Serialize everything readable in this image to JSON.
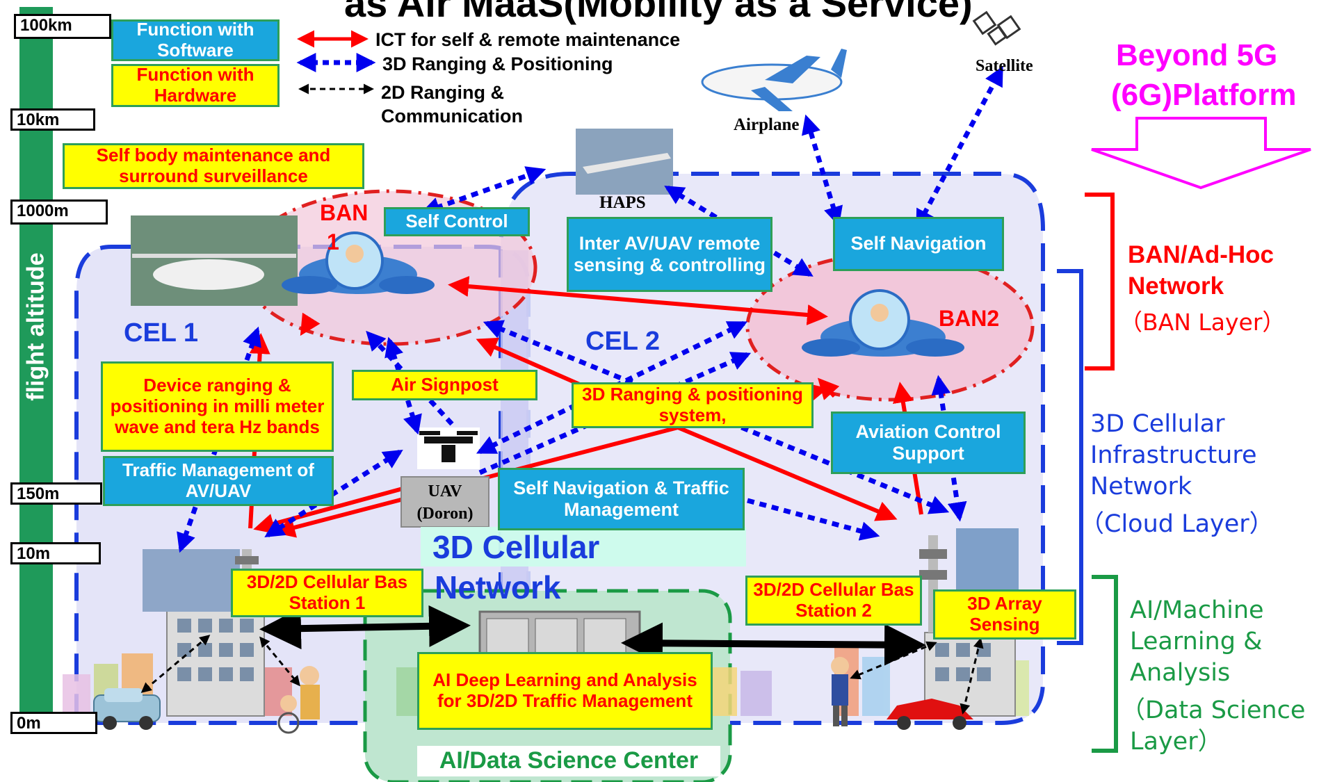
{
  "title": "as Air MaaS(Mobility as a Service)",
  "legend": {
    "software": "Function with Software",
    "hardware": "Function with Hardware",
    "red_arrow": "ICT for self & remote maintenance",
    "blue_arrow": "3D Ranging & Positioning",
    "black_arrow": "2D Ranging & Communication"
  },
  "altitude": {
    "axis_label": "flight altitude",
    "ticks": [
      "100km",
      "10km",
      "1000m",
      "150m",
      "10m",
      "0m"
    ]
  },
  "objects": {
    "satellite": "Satellite",
    "airplane": "Airplane",
    "haps": "HAPS",
    "uav_line1": "UAV",
    "uav_line2": "(Doron)"
  },
  "platform": {
    "line1": "Beyond 5G",
    "line2": "(6G)Platform"
  },
  "zones": {
    "cel1": "CEL 1",
    "cel2": "CEL 2",
    "ban1_line1": "BAN",
    "ban1_line2": "1",
    "ban2": "BAN2",
    "cellular_line1": "3D Cellular",
    "cellular_line2": "Network",
    "ai_center": "AI/Data Science Center"
  },
  "labels": {
    "self_body": "Self body maintenance and surround surveillance",
    "self_control": "Self Control",
    "inter_av": "Inter AV/UAV remote sensing & controlling",
    "self_navigation": "Self Navigation",
    "device_ranging": "Device ranging & positioning in milli meter wave and tera Hz bands",
    "air_signpost": "Air Signpost",
    "ranging_system": "3D Ranging & positioning system,",
    "aviation_control": "Aviation Control Support",
    "traffic_mgmt": "Traffic Management of AV/UAV",
    "self_nav_traffic": "Self Navigation & Traffic Management",
    "bs1": "3D/2D Cellular Bas Station 1",
    "bs2": "3D/2D Cellular Bas Station 2",
    "array_sensing": "3D Array Sensing",
    "ai_deep": "AI Deep Learning and Analysis for 3D/2D Traffic Management"
  },
  "layers": {
    "ban_line1": "BAN/Ad-Hoc",
    "ban_line2": "Network",
    "ban_line3": "（BAN  Layer）",
    "cloud_line1": "3D Cellular",
    "cloud_line2": "Infrastructure",
    "cloud_line3": "Network",
    "cloud_line4": "（Cloud Layer）",
    "ai_line1": "AI/Machine",
    "ai_line2": "Learning &",
    "ai_line3": "Analysis",
    "ai_line4": "（Data Science",
    "ai_line5": "Layer）"
  },
  "colors": {
    "ict_red": "#ff0000",
    "ranging_blue": "#0000ee",
    "comm_black": "#000000",
    "platform_magenta": "#ff00ff",
    "data_green": "#1a9a45",
    "altitude_bar": "#1f9a5a"
  }
}
